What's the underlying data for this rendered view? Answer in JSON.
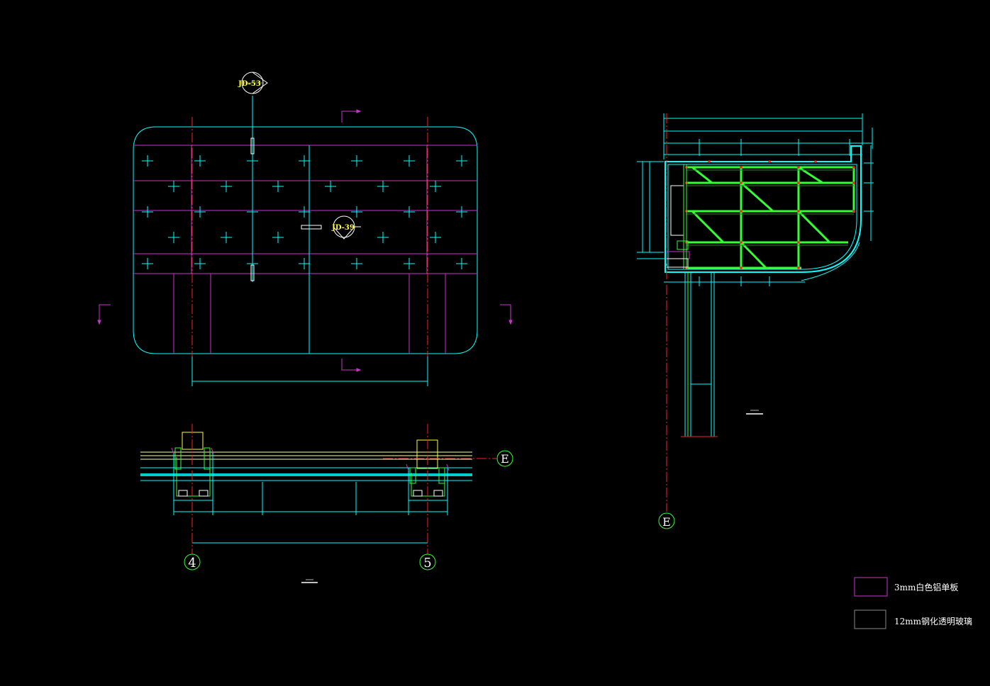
{
  "tags": {
    "top": "JD-53",
    "middle": "JD-39"
  },
  "axes": {
    "plan_left": "4",
    "plan_right": "5",
    "row": "E",
    "section_row": "E"
  },
  "legend": {
    "items": [
      {
        "label": "3mm白色铝单板",
        "color": "#cc33cc"
      },
      {
        "label": "12mm钢化透明玻璃",
        "color": "#888888"
      }
    ]
  },
  "colors": {
    "background": "#000000",
    "cyan": "#00ffff",
    "magenta": "#cc33cc",
    "red": "#ff2020",
    "green": "#33ff33",
    "yellow": "#ffff33",
    "white": "#ffffff"
  }
}
